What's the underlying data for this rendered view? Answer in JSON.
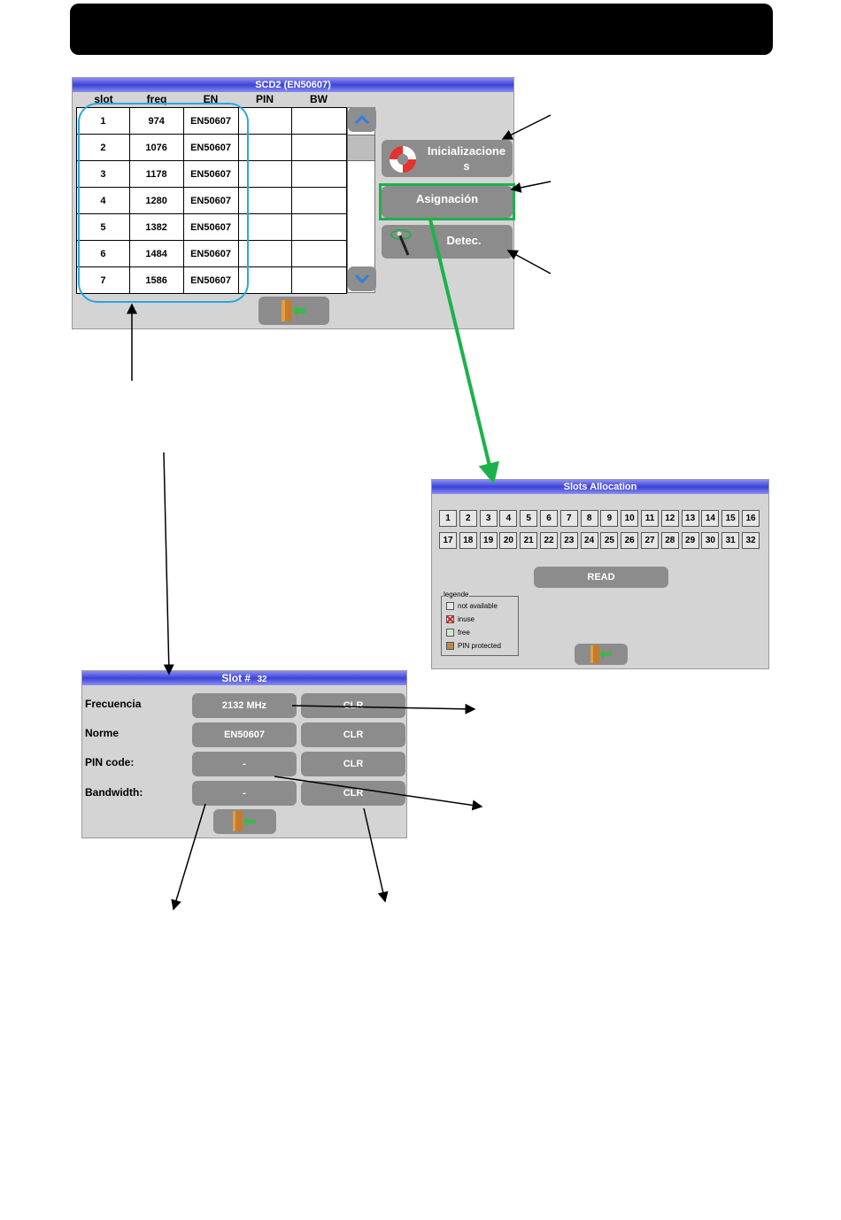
{
  "screen1": {
    "title": "SCD2 (EN50607)",
    "columns": [
      "slot",
      "freq",
      "EN",
      "PIN",
      "BW"
    ],
    "rows": [
      [
        "1",
        "974",
        "EN50607",
        "",
        ""
      ],
      [
        "2",
        "1076",
        "EN50607",
        "",
        ""
      ],
      [
        "3",
        "1178",
        "EN50607",
        "",
        ""
      ],
      [
        "4",
        "1280",
        "EN50607",
        "",
        ""
      ],
      [
        "5",
        "1382",
        "EN50607",
        "",
        ""
      ],
      [
        "6",
        "1484",
        "EN50607",
        "",
        ""
      ],
      [
        "7",
        "1586",
        "EN50607",
        "",
        ""
      ]
    ],
    "buttons": {
      "init_line1": "Inicializacione",
      "init_line2": "s",
      "assign": "Asignación",
      "detect": "Detec."
    }
  },
  "screen2": {
    "title": "Slots Allocation",
    "slots_row1": [
      "1",
      "2",
      "3",
      "4",
      "5",
      "6",
      "7",
      "8",
      "9",
      "10",
      "11",
      "12",
      "13",
      "14",
      "15",
      "16"
    ],
    "slots_row2": [
      "17",
      "18",
      "19",
      "20",
      "21",
      "22",
      "23",
      "24",
      "25",
      "26",
      "27",
      "28",
      "29",
      "30",
      "31",
      "32"
    ],
    "read_button": "READ",
    "legend": {
      "title": "legende",
      "items": [
        "not available",
        "inuse",
        "free",
        "PIN protected"
      ]
    }
  },
  "screen3": {
    "title_prefix": "Slot #",
    "slot_number": "32",
    "fields": {
      "frequency_label": "Frecuencia",
      "frequency_value": "2132 MHz",
      "norm_label": "Norme",
      "norm_value": "EN50607",
      "pin_label": "PIN code:",
      "pin_value": "-",
      "bandwidth_label": "Bandwidth:",
      "bandwidth_value": "-"
    },
    "clear_label": "CLR"
  },
  "colors": {
    "title_gradient": "#3c42d8",
    "highlight_green": "#1cb24b",
    "highlight_blue": "#2aa7e0",
    "button_gray": "#8c8c8c",
    "panel_gray": "#d4d4d4"
  },
  "icons": [
    "lifebuoy-icon",
    "antenna-icon",
    "scroll-up-icon",
    "scroll-down-icon",
    "exit-door-icon"
  ]
}
